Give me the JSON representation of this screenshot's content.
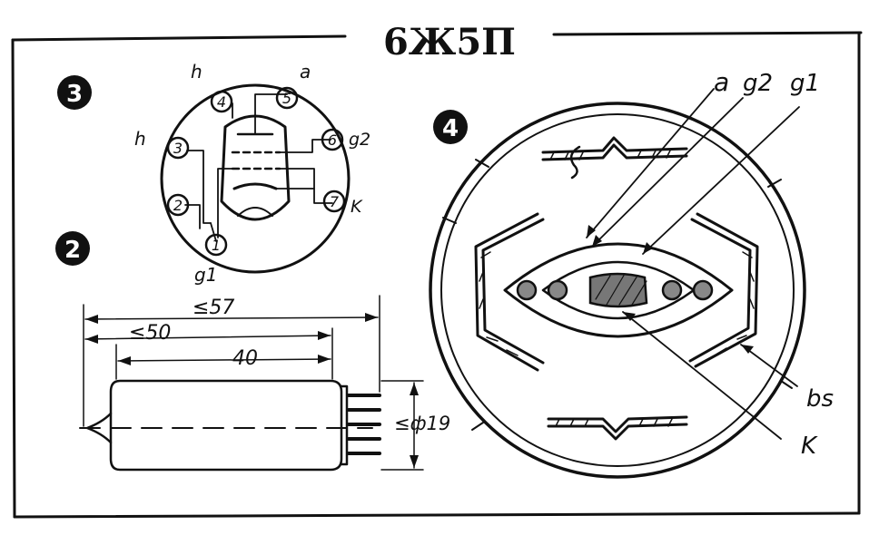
{
  "title": "6Ж5П",
  "badges": {
    "base": "3",
    "outline": "2",
    "section": "4"
  },
  "base_diagram": {
    "pins": [
      {
        "num": "1",
        "label": "g1"
      },
      {
        "num": "2",
        "label": ""
      },
      {
        "num": "3",
        "label": "h"
      },
      {
        "num": "4",
        "label": "h"
      },
      {
        "num": "5",
        "label": "a"
      },
      {
        "num": "6",
        "label": "g2"
      },
      {
        "num": "7",
        "label": "K"
      }
    ]
  },
  "dimensions": {
    "overall_length": "≤57",
    "body_length": "≤50",
    "straight_length": "40",
    "diameter": "≤ф19"
  },
  "section_labels": {
    "a": "a",
    "g2": "g2",
    "g1": "g1",
    "k": "K",
    "bs": "bs"
  }
}
